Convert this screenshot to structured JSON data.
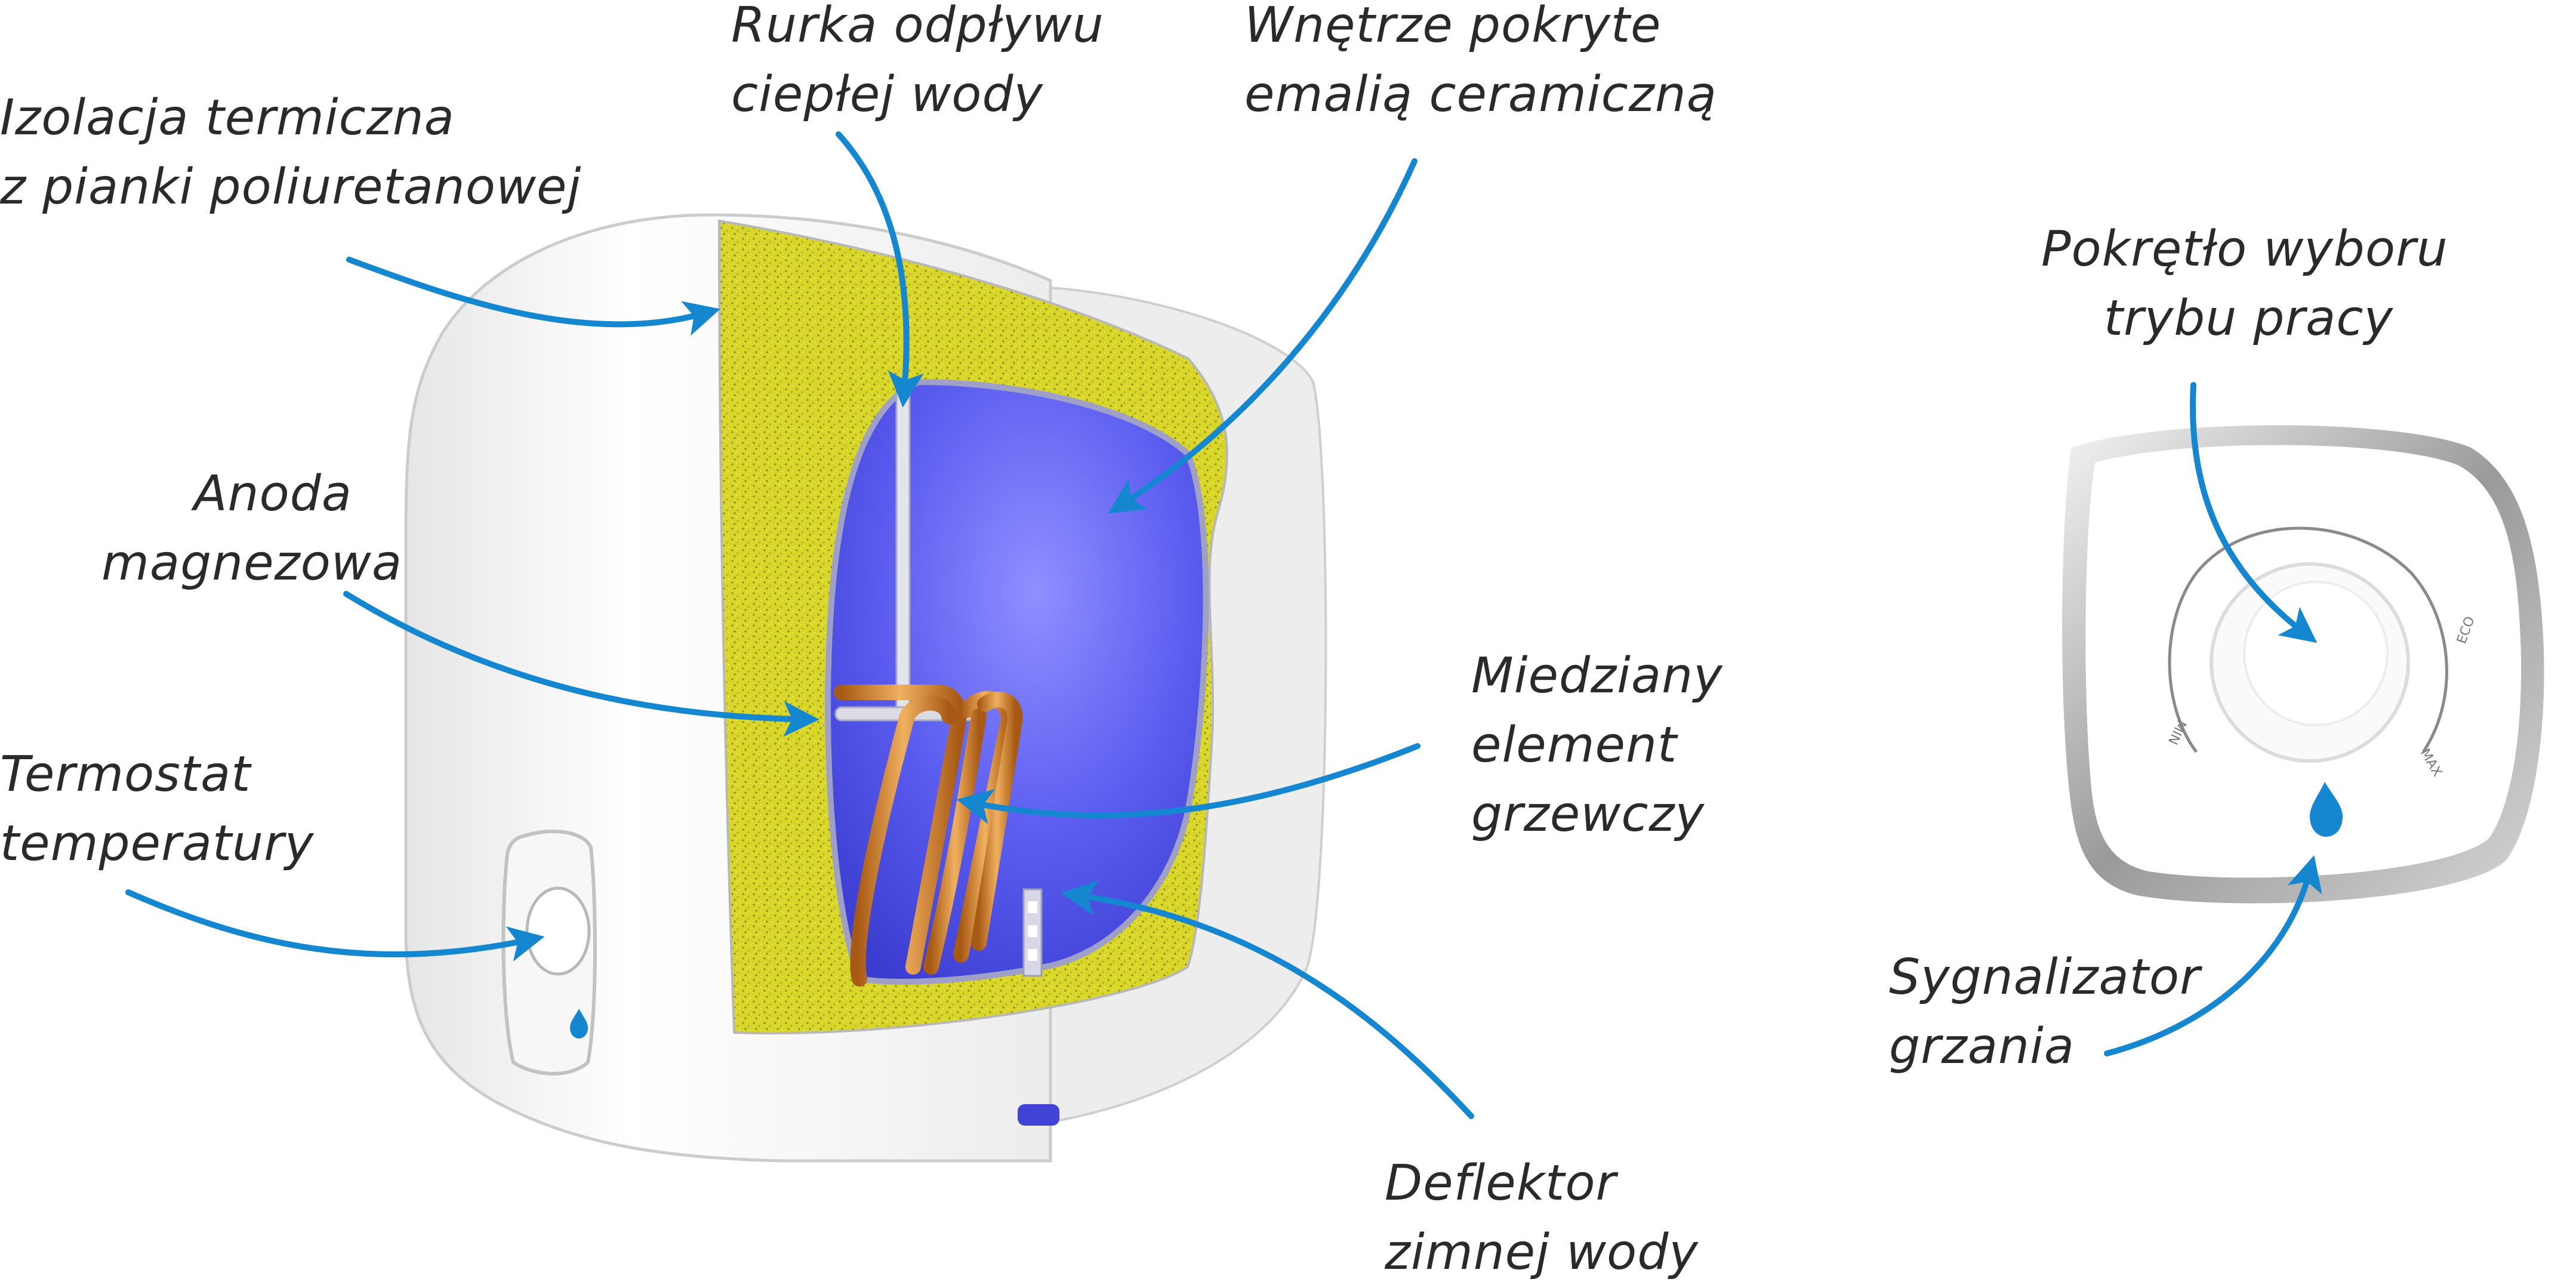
{
  "labels": {
    "izolacja": [
      "Izolacja termiczna",
      "z pianki poliuretanowej"
    ],
    "rurka": [
      "Rurka odpływu",
      "ciepłej wody"
    ],
    "wnetrze": [
      "Wnętrze pokryte",
      "emalią ceramiczną"
    ],
    "anoda": [
      "Anoda",
      "magnezowa"
    ],
    "termostat": [
      "Termostat",
      "temperatury"
    ],
    "miedziany": [
      "Miedziany",
      "element",
      "grzewczy"
    ],
    "deflektor": [
      "Deflektor",
      "zimnej wody"
    ],
    "pokretlo": [
      "Pokrętło wyboru",
      "trybu pracy"
    ],
    "sygnalizator": [
      "Sygnalizator",
      "grzania"
    ]
  },
  "dial_marks": {
    "min": "MIN",
    "eco": "ECO",
    "max": "MAX"
  },
  "colors": {
    "arrow": "#1487d0",
    "insulation": "#d9d62a",
    "tank": "#5a5cf0",
    "copper": "#d8892c",
    "body": "#f3f3f3"
  }
}
